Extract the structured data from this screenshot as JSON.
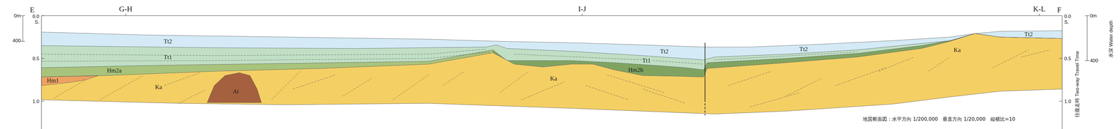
{
  "diagram": {
    "labels": [
      "E",
      "G-H",
      "I-J",
      "K-L",
      "F",
      "0m",
      "400",
      "0.0",
      "S.",
      "0.5",
      "1.0",
      "0.0",
      "S.",
      "0.5",
      "1.0",
      "0m",
      "400",
      "水深 Water depth",
      "往復走時 Two-way Travel Time",
      "Tt2",
      "Tt1",
      "Hm2a",
      "Hm1",
      "Ka",
      "At",
      "Tt2",
      "Tt1",
      "Ka",
      "Hm2b",
      "Tt2",
      "Ka",
      "Tt2",
      "地質断面図：水平方向 1/200,000　垂直方向 1/20,000　縦横比=10"
    ]
  }
}
